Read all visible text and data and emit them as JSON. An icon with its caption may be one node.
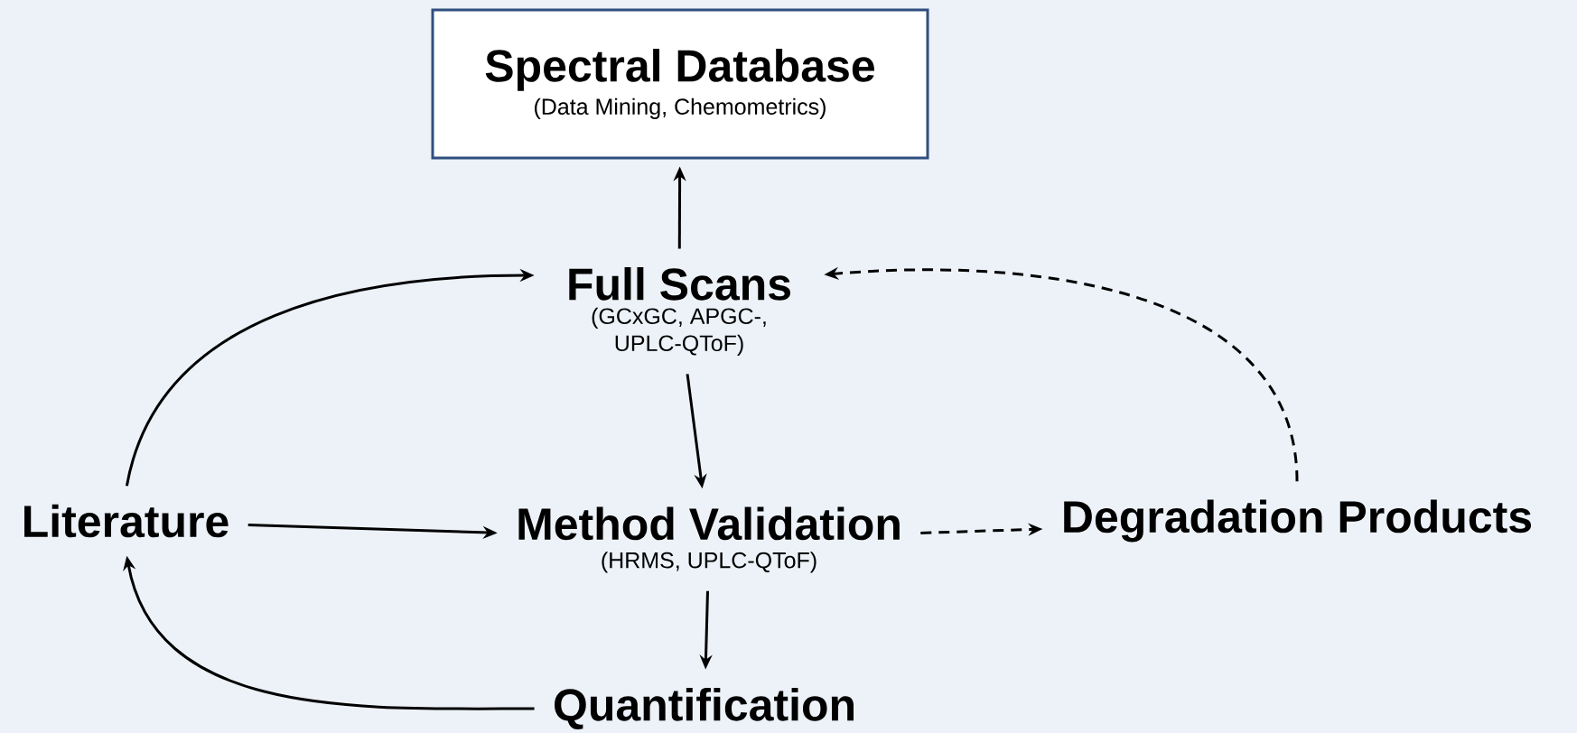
{
  "diagram": {
    "nodes": [
      {
        "text": [
          "Spectral Database",
          "(Data Mining, Chemometrics)"
        ]
      },
      {
        "text": [
          "Full Scans",
          "(GCxGC, APGC-, UPLC-QToF)"
        ]
      },
      {
        "text": [
          "Literature"
        ]
      },
      {
        "text": [
          "Method Validation",
          "(HRMS, UPLC-QToF)"
        ]
      },
      {
        "text": [
          "Degradation Products"
        ]
      },
      {
        "text": [
          "Quantification"
        ]
      }
    ],
    "edges": [
      {
        "from": 1,
        "to": 0,
        "arrow": "to"
      },
      {
        "from": 2,
        "to": 1,
        "arrow": "to"
      },
      {
        "from": 4,
        "to": 1,
        "arrow": "to",
        "style": "dashed"
      },
      {
        "from": 1,
        "to": 3,
        "arrow": "to"
      },
      {
        "from": 2,
        "to": 3,
        "arrow": "to"
      },
      {
        "from": 3,
        "to": 4,
        "arrow": "to",
        "style": "dashed"
      },
      {
        "from": 3,
        "to": 5,
        "arrow": "to"
      },
      {
        "from": 5,
        "to": 2,
        "arrow": "to"
      }
    ]
  }
}
